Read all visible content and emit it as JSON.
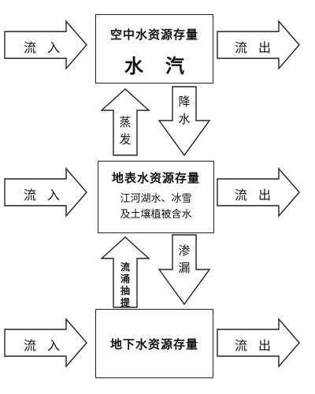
{
  "boxes": {
    "air": {
      "title": "空中水资源存量",
      "sub": "水汽"
    },
    "surface": {
      "title": "地表水资源存量",
      "note_line1": "江河湖水、冰雪",
      "note_line2": "及土壤植被含水"
    },
    "ground": {
      "title": "地下水资源存量"
    }
  },
  "flows": {
    "inflow": "流入",
    "outflow": "流出",
    "evaporation": "蒸发",
    "precipitation": "降水",
    "pump_extraction": "流涌抽提",
    "infiltration": "渗漏"
  }
}
